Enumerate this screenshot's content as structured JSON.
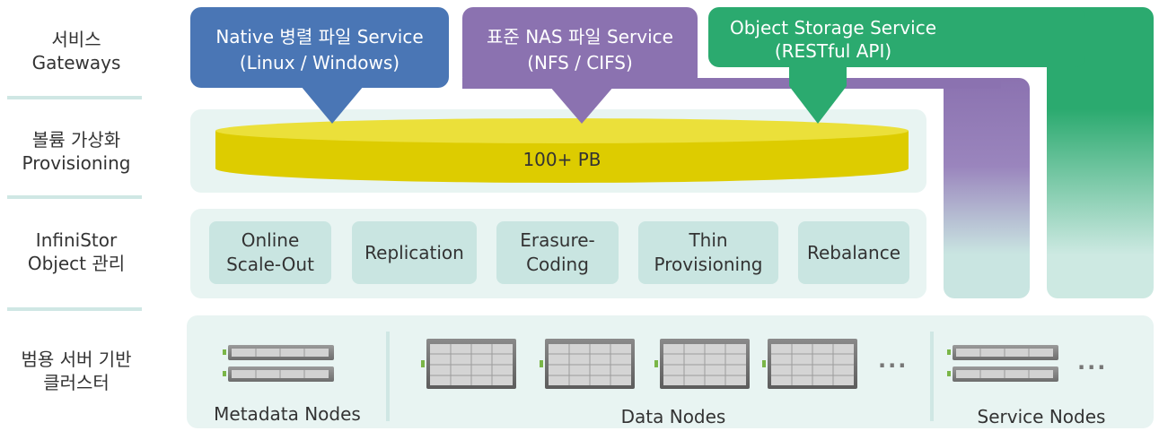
{
  "layers": {
    "gateways": "서비스\nGateways",
    "provisioning": "볼륨 가상화\nProvisioning",
    "object_mgmt": "InfiniStor\nObject 관리",
    "cluster": "범용 서버 기반\n클러스터"
  },
  "services": {
    "native": {
      "line1": "Native 병렬 파일 Service",
      "line2": "(Linux / Windows)"
    },
    "nas": {
      "line1": "표준 NAS 파일 Service",
      "line2": "(NFS / CIFS)"
    },
    "object": {
      "line1": "Object Storage Service",
      "line2": "(RESTful API)"
    }
  },
  "volume": {
    "label": "100+ PB"
  },
  "features": [
    "Online\nScale-Out",
    "Replication",
    "Erasure-\nCoding",
    "Thin\nProvisioning",
    "Rebalance"
  ],
  "nodes": {
    "metadata": "Metadata Nodes",
    "data": "Data Nodes",
    "service": "Service Nodes",
    "ellipsis": "..."
  },
  "colors": {
    "native": "#4a76b5",
    "nas": "#8b72b0",
    "object": "#2baa6f",
    "volume": "#ddcc00",
    "panel": "#e8f4f2",
    "feature": "#c9e5e1"
  }
}
